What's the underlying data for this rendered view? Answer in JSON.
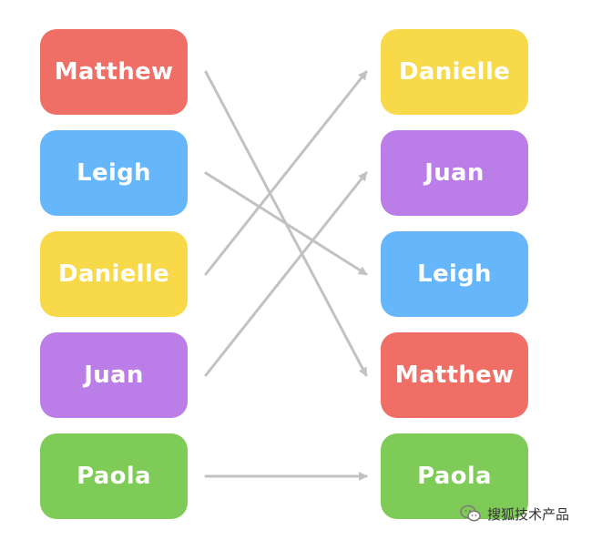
{
  "left_column": [
    {
      "label": "Matthew",
      "color": "#EF6F66"
    },
    {
      "label": "Leigh",
      "color": "#65B6FB"
    },
    {
      "label": "Danielle",
      "color": "#F7D94A"
    },
    {
      "label": "Juan",
      "color": "#BB7DE8"
    },
    {
      "label": "Paola",
      "color": "#7FCB57"
    }
  ],
  "right_column": [
    {
      "label": "Danielle",
      "color": "#F7D94A"
    },
    {
      "label": "Juan",
      "color": "#BB7DE8"
    },
    {
      "label": "Leigh",
      "color": "#65B6FB"
    },
    {
      "label": "Matthew",
      "color": "#EF6F66"
    },
    {
      "label": "Paola",
      "color": "#7FCB57"
    }
  ],
  "mappings": [
    {
      "from": 0,
      "to": 3
    },
    {
      "from": 1,
      "to": 2
    },
    {
      "from": 2,
      "to": 0
    },
    {
      "from": 3,
      "to": 1
    },
    {
      "from": 4,
      "to": 4
    }
  ],
  "arrow_color": "#C2C2C2",
  "watermark": {
    "text": "搜狐技术产品",
    "icon": "wechat-icon"
  }
}
